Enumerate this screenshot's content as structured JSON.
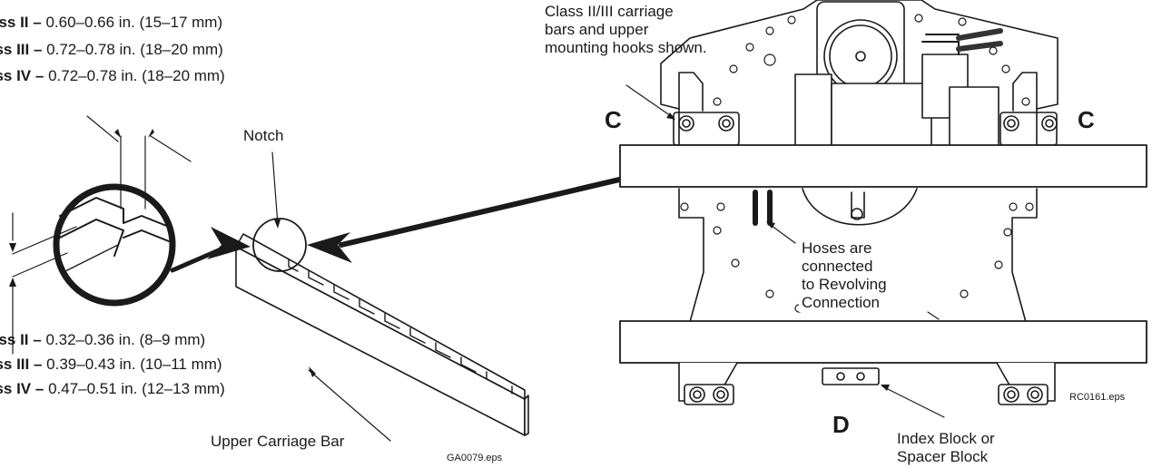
{
  "spec_top": [
    {
      "cls": "Class II –",
      "val": "0.60–0.66 in. (15–17 mm)"
    },
    {
      "cls": "Class III –",
      "val": "0.72–0.78 in. (18–20 mm)"
    },
    {
      "cls": "Class IV –",
      "val": "0.72–0.78 in. (18–20 mm)"
    }
  ],
  "spec_bottom": [
    {
      "cls": "Class II –",
      "val": "0.32–0.36 in. (8–9 mm)"
    },
    {
      "cls": "Class III –",
      "val": "0.39–0.43 in. (10–11 mm)"
    },
    {
      "cls": "Class IV –",
      "val": "0.47–0.51 in. (12–13 mm)"
    }
  ],
  "labels": {
    "notch": "Notch",
    "upper_carriage_bar": "Upper Carriage Bar",
    "carriage_note": [
      "Class II/III carriage",
      "bars and upper",
      "mounting hooks shown."
    ],
    "hoses_note": [
      "Hoses are",
      "connected",
      "to Revolving",
      "Connection"
    ],
    "index_block": [
      "Index Block or",
      "Spacer Block"
    ],
    "callout_c": "C",
    "callout_d": "D",
    "file_left": "GA0079.eps",
    "file_right": "RC0161.eps"
  }
}
